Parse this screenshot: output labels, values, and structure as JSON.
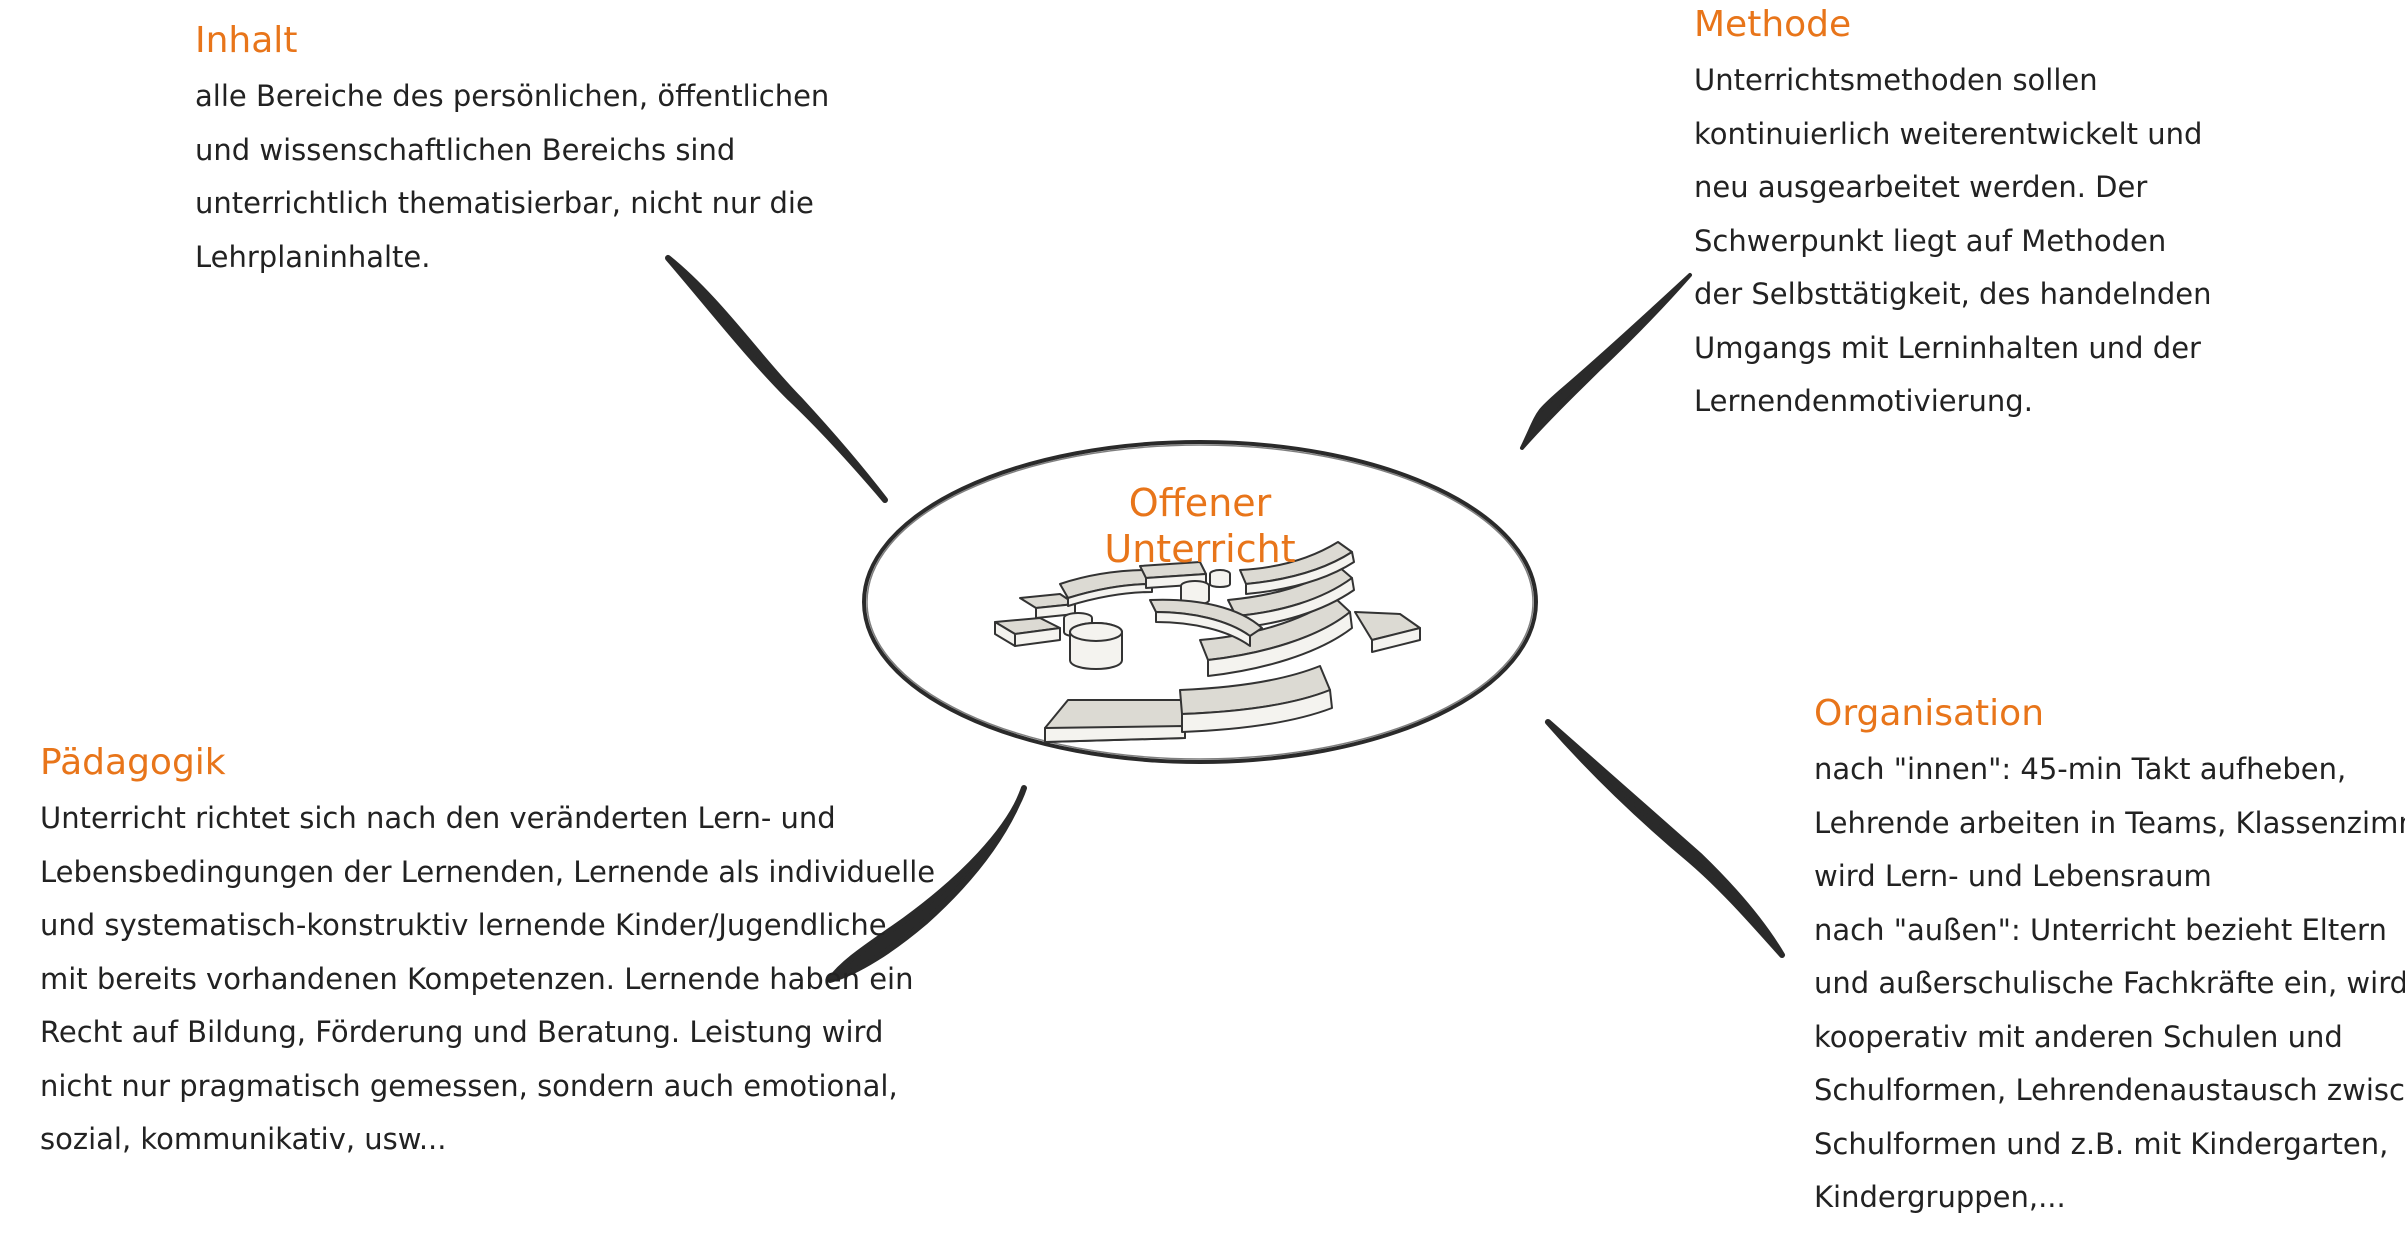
{
  "center": {
    "title": "Offener Unterricht",
    "illustration": "amphitheater-seating-illustration"
  },
  "topics": [
    {
      "id": "inhalt",
      "heading": "Inhalt",
      "lines": [
        "alle Bereiche des persönlichen, öffentlichen",
        "und wissenschaftlichen Bereichs sind",
        "unterrichtlich thematisierbar, nicht nur die",
        "Lehrplaninhalte."
      ]
    },
    {
      "id": "methode",
      "heading": "Methode",
      "lines": [
        "Unterrichtsmethoden sollen",
        "kontinuierlich weiterentwickelt und",
        "neu ausgearbeitet werden. Der",
        "Schwerpunkt liegt auf Methoden",
        "der Selbsttätigkeit, des handelnden",
        "Umgangs mit Lerninhalten und der",
        "Lernendenmotivierung."
      ]
    },
    {
      "id": "paedagogik",
      "heading": "Pädagogik",
      "lines": [
        "Unterricht richtet sich nach den veränderten Lern- und",
        "Lebensbedingungen der Lernenden, Lernende als individuelle",
        "und systematisch-konstruktiv lernende Kinder/Jugendliche",
        "mit bereits vorhandenen Kompetenzen. Lernende haben ein",
        "Recht auf Bildung, Förderung und Beratung. Leistung wird",
        "nicht nur pragmatisch gemessen, sondern auch emotional,",
        "sozial, kommunikativ, usw..."
      ]
    },
    {
      "id": "organisation",
      "heading": "Organisation",
      "lines": [
        "nach \"innen\": 45-min Takt aufheben,",
        "Lehrende arbeiten in Teams, Klassenzimmer",
        "wird Lern- und Lebensraum",
        "nach \"außen\": Unterricht bezieht Eltern",
        "und außerschulische Fachkräfte ein, wird",
        "kooperativ mit anderen Schulen und",
        "Schulformen, Lehrendenaustausch zwischen",
        "Schulformen und z.B. mit Kindergarten,",
        "Kindergruppen,..."
      ]
    }
  ],
  "colors": {
    "heading": "#e8751a",
    "text": "#222222",
    "stroke": "#2a2a2a",
    "seat_fill": "#dcdad3"
  }
}
